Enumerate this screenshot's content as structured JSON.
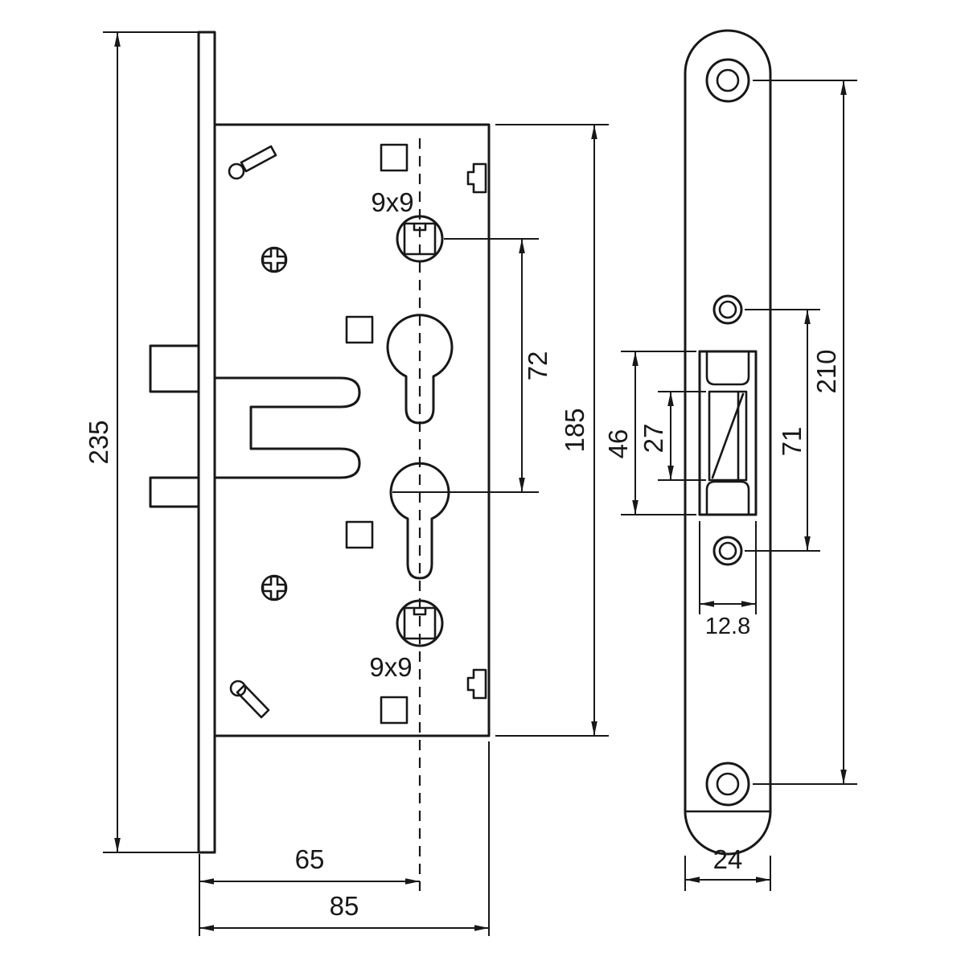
{
  "style": {
    "line_color": "#181818",
    "background": "#ffffff"
  },
  "labels": {
    "total_height": "235",
    "case_height": "185",
    "spindle_to_cylinder": "72",
    "backset": "65",
    "case_depth": "85",
    "spindle_top": "9x9",
    "spindle_bottom": "9x9",
    "screw_span": "210",
    "mid_screw_span": "71",
    "cutout_height": "46",
    "latch_height": "27",
    "cutout_width": "12.8",
    "plate_width": "24"
  }
}
